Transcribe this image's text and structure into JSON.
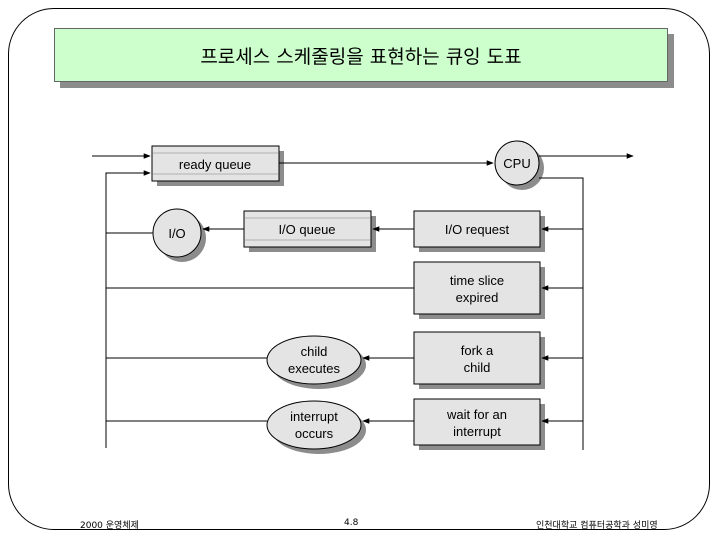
{
  "title": "프로세스 스케줄링을 표현하는 큐잉 도표",
  "diagram": {
    "ready_queue": "ready queue",
    "cpu": "CPU",
    "io_device": "I/O",
    "io_queue": "I/O queue",
    "io_request": "I/O request",
    "time_slice_line1": "time slice",
    "time_slice_line2": "expired",
    "fork_line1": "fork a",
    "fork_line2": "child",
    "child_line1": "child",
    "child_line2": "executes",
    "wait_line1": "wait for an",
    "wait_line2": "interrupt",
    "interrupt_line1": "interrupt",
    "interrupt_line2": "occurs"
  },
  "footer": {
    "left": "2000 운영체제",
    "center": "4.8",
    "right": "인천대학교 컴퓨터공학과 성미영"
  }
}
